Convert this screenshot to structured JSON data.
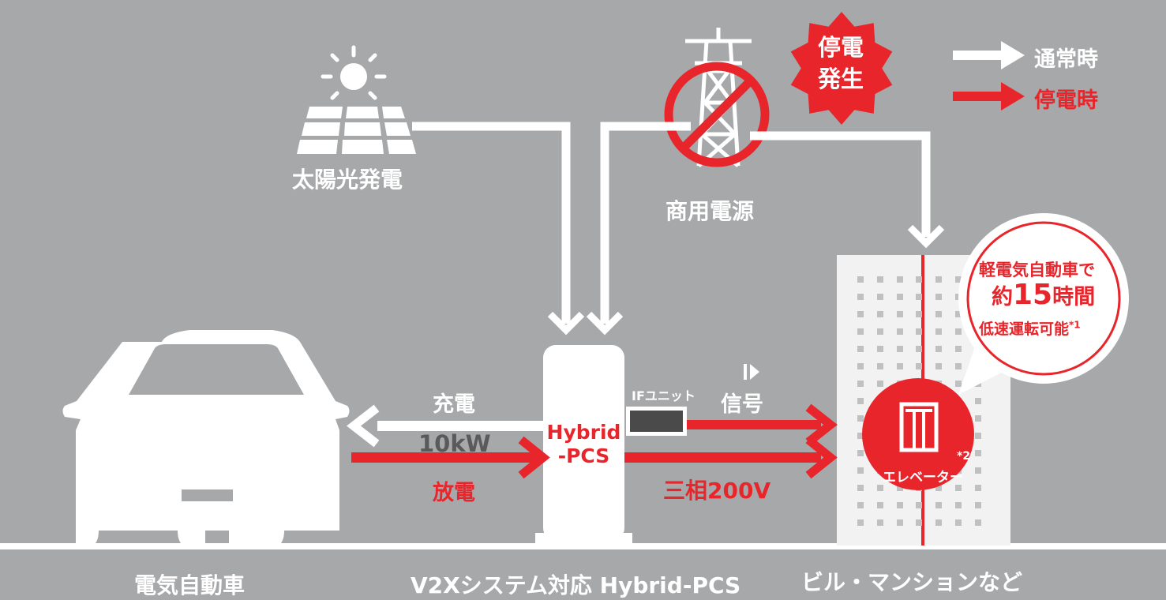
{
  "legend": {
    "normal_label": "通常時",
    "outage_label": "停電時"
  },
  "outage_burst": {
    "line1": "停電",
    "line2": "発生"
  },
  "nodes": {
    "solar_label": "太陽光発電",
    "grid_label": "商用電源",
    "pcs_label_line1": "Hybrid",
    "pcs_label_line2": "-PCS",
    "if_unit_label": "IFユニット",
    "elevator_label": "エレベーター",
    "elevator_note": "*2"
  },
  "flows": {
    "charge_label": "充電",
    "power_label": "10kW",
    "discharge_label": "放電",
    "signal_label": "信号",
    "three_phase_label": "三相200V"
  },
  "callout": {
    "line1": "軽電気自動車で",
    "line2_prefix": "約",
    "line2_number": "15",
    "line2_suffix": "時間",
    "line3": "低速運転可能",
    "line3_note": "*1"
  },
  "captions": {
    "car": "電気自動車",
    "pcs": "V2Xシステム対応 Hybrid-PCS",
    "building": "ビル・マンションなど"
  },
  "colors": {
    "background": "#a7a8aa",
    "normal_arrow": "#ffffff",
    "outage_arrow": "#e8252b",
    "accent_red": "#e8252b"
  }
}
